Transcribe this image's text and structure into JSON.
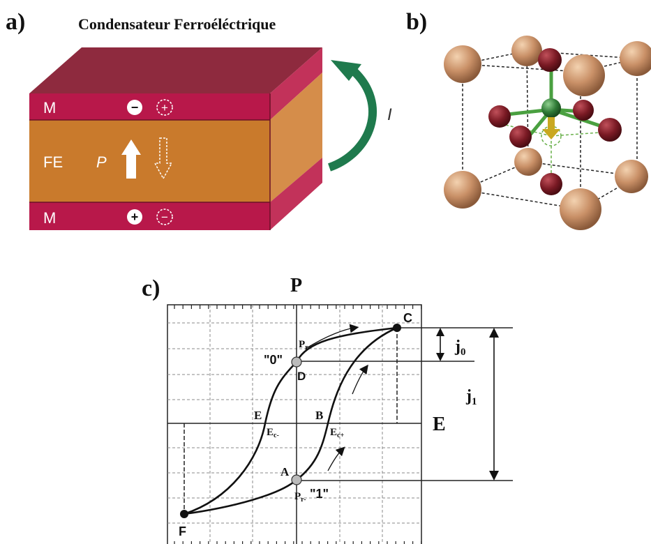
{
  "panel_a": {
    "letter": "a)",
    "title": "Condensateur Ferroéléctrique",
    "top_electrode": "M",
    "ferroelectric": "FE",
    "polarization": "P",
    "bottom_electrode": "M",
    "current": "I",
    "top_charge_solid": "−",
    "top_charge_dashed": "+",
    "bottom_charge_solid": "+",
    "bottom_charge_dashed": "−",
    "colors": {
      "electrode": "#b8184a",
      "ferro": "#c97a2c",
      "top": "#8e2a3e",
      "arrow": "#1f7a4d"
    }
  },
  "panel_b": {
    "letter": "b)"
  },
  "panel_c": {
    "letter": "c)",
    "axis_p": "P",
    "axis_e": "E",
    "point_c": "C",
    "point_d": "D",
    "state_zero": "\"0\"",
    "pr_plus": "P",
    "pr_plus_sub": "r+",
    "point_e": "E",
    "ec_minus": "E",
    "ec_minus_sub": "c-",
    "point_b": "B",
    "ec_plus": "E",
    "ec_plus_sub": "c+",
    "point_a": "A",
    "pr_minus": "P",
    "pr_minus_sub": "r-",
    "state_one": "\"1\"",
    "point_f": "F",
    "j0": "j",
    "j0_sub": "0",
    "j1": "j",
    "j1_sub": "1"
  }
}
